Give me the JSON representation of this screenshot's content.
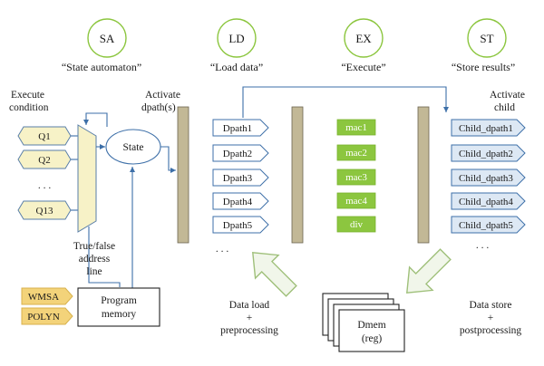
{
  "stages": [
    {
      "abbr": "SA",
      "desc": "“State automaton”"
    },
    {
      "abbr": "LD",
      "desc": "“Load data”"
    },
    {
      "abbr": "EX",
      "desc": "“Execute”"
    },
    {
      "abbr": "ST",
      "desc": "“Store results”"
    }
  ],
  "labels": {
    "execute_condition": [
      "Execute",
      "condition"
    ],
    "activate_dpath": [
      "Activate",
      "dpath(s)"
    ],
    "activate_child": [
      "Activate",
      "child"
    ],
    "state": "State",
    "true_false": [
      "True/false",
      "address",
      "line"
    ],
    "program_memory": [
      "Program",
      "memory"
    ],
    "data_load": [
      "Data load",
      "+",
      "preprocessing"
    ],
    "data_store": [
      "Data store",
      "+",
      "postprocessing"
    ],
    "dmem": [
      "Dmem",
      "(reg)"
    ],
    "ellipsis": ". . ."
  },
  "conditions": [
    "Q1",
    "Q2",
    "Q13"
  ],
  "dpaths": [
    "Dpath1",
    "Dpath2",
    "Dpath3",
    "Dpath4",
    "Dpath5"
  ],
  "ops": [
    "mac1",
    "mac2",
    "mac3",
    "mac4",
    "div"
  ],
  "children": [
    "Child_dpath1",
    "Child_dpath2",
    "Child_dpath3",
    "Child_dpath4",
    "Child_dpath5"
  ],
  "memory_tags": [
    "WMSA",
    "POLYN"
  ],
  "colors": {
    "accent_green": "#8cc63f",
    "line_blue": "#3d6fa8",
    "register_bar": "#c2b896"
  }
}
